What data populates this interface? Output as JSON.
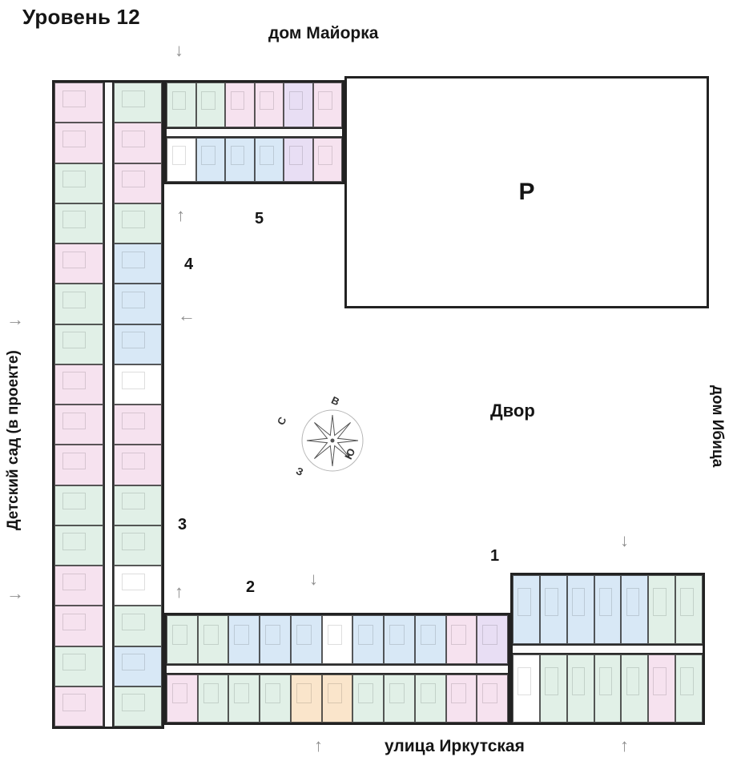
{
  "title": "Уровень 12",
  "labels": {
    "top_building": "дом Майорка",
    "right_building": "дом Ибица",
    "left_area": "Детский сад (в проекте)",
    "street": "улица Иркутская",
    "courtyard": "Двор",
    "parking": "Р"
  },
  "sections": {
    "s1": "1",
    "s2": "2",
    "s3": "3",
    "s4": "4",
    "s5": "5"
  },
  "compass": {
    "north": "С",
    "east": "В",
    "south": "Ю",
    "west": "З"
  },
  "arrows": {
    "a1": "↓",
    "a2": "↑",
    "a3": "←",
    "a4": "→",
    "a5": "→",
    "a6": "↑",
    "a7": "↓",
    "a8": "↓",
    "a9": "↑",
    "a10": "↑"
  },
  "palette": {
    "pink": "#f6e2ef",
    "green": "#e1f0e7",
    "blue": "#d8e8f6",
    "purple": "#e8def4",
    "orange": "#fae5cb",
    "core": "#ffffff"
  },
  "wings": {
    "top_north": [
      "green",
      "green",
      "pink",
      "pink",
      "purple",
      "pink"
    ],
    "top_south": [
      "core",
      "blue",
      "blue",
      "blue",
      "purple",
      "pink"
    ],
    "left_west": [
      "pink",
      "pink",
      "green",
      "green",
      "pink",
      "green",
      "green",
      "pink",
      "pink",
      "pink",
      "green",
      "green",
      "pink",
      "pink",
      "green",
      "pink"
    ],
    "left_east": [
      "green",
      "pink",
      "pink",
      "green",
      "blue",
      "blue",
      "blue",
      "core",
      "pink",
      "pink",
      "green",
      "green",
      "core",
      "green",
      "blue",
      "green"
    ],
    "bottom_north": [
      "green",
      "green",
      "blue",
      "blue",
      "blue",
      "core",
      "blue",
      "blue",
      "blue",
      "pink",
      "purple"
    ],
    "bottom_south": [
      "pink",
      "green",
      "green",
      "green",
      "orange",
      "orange",
      "green",
      "green",
      "green",
      "pink",
      "pink"
    ],
    "s1_north": [
      "blue",
      "blue",
      "blue",
      "blue",
      "blue",
      "green",
      "green"
    ],
    "s1_south": [
      "core",
      "green",
      "green",
      "green",
      "green",
      "pink",
      "green"
    ]
  }
}
